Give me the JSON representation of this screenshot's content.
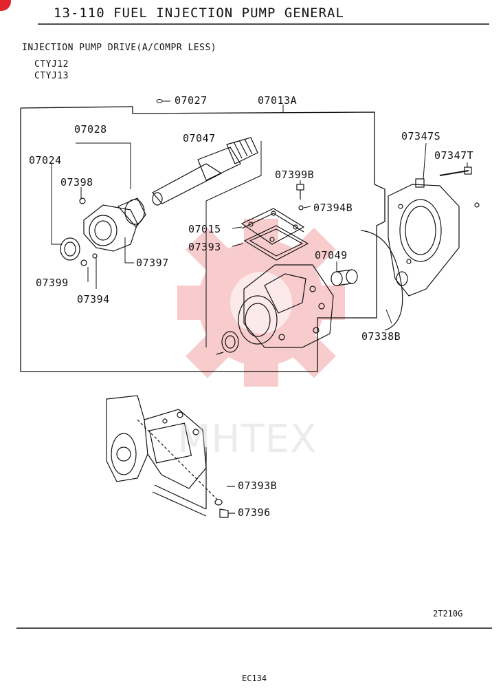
{
  "header": {
    "title": "13-110  FUEL INJECTION PUMP GENERAL"
  },
  "section": {
    "heading": "INJECTION PUMP DRIVE(A/COMPR LESS)",
    "models": [
      "CTYJ12",
      "CTYJ13"
    ]
  },
  "watermark": {
    "text": "MHTEX",
    "color": "#e8474a"
  },
  "parts": {
    "p07027": "07027",
    "p07013A": "07013A",
    "p07028": "07028",
    "p07024": "07024",
    "p07047": "07047",
    "p07347S": "07347S",
    "p07347T": "07347T",
    "p07398": "07398",
    "p07399B": "07399B",
    "p07394B": "07394B",
    "p07015": "07015",
    "p07393": "07393",
    "p07049": "07049",
    "p07397": "07397",
    "p07399": "07399",
    "p07394": "07394",
    "p07338B": "07338B",
    "p07393B": "07393B",
    "p07396": "07396"
  },
  "footer": {
    "figure_code": "2T210G",
    "page_code": "EC134"
  }
}
